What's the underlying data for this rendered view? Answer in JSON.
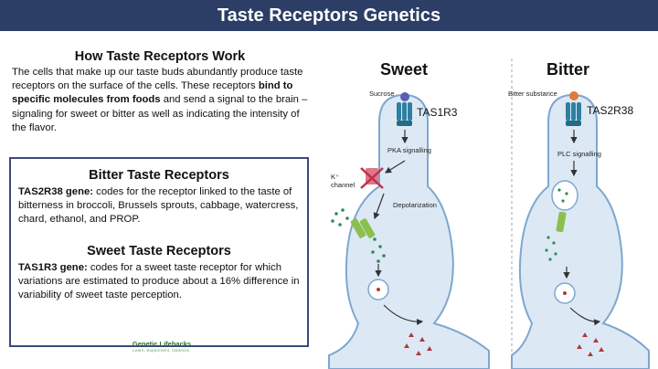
{
  "banner": {
    "title": "Taste Receptors Genetics"
  },
  "how": {
    "title": "How Taste Receptors Work",
    "body_part1": "The cells that make up our taste buds abundantly produce taste receptors on the surface of the cells. These receptors ",
    "body_bold": "bind to specific molecules from foods",
    "body_part2": " and send a signal to the brain – signaling for sweet or bitter as well as indicating the intensity of the flavor."
  },
  "bitter_box": {
    "title": "Bitter Taste Receptors",
    "gene": "TAS2R38 gene:",
    "text": " codes for the receptor linked to the taste of bitterness in broccoli, Brussels sprouts, cabbage, watercress, chard, ethanol, and PROP."
  },
  "sweet_box": {
    "title": "Sweet Taste Receptors",
    "gene": "TAS1R3 gene:",
    "text": " codes for a sweet taste receptor for which variations are estimated to produce about a 16% difference in variability of sweet taste perception."
  },
  "brand": {
    "name": "Genetic Lifehacks",
    "tagline": "Learn. Experiment. Optimize."
  },
  "sweet_diagram": {
    "label": "Sweet",
    "ligand": "Sucrose",
    "gene": "TAS1R3",
    "signal": "PKA signalling",
    "channel": "K⁺ channel",
    "step": "Depolarization"
  },
  "bitter_diagram": {
    "label": "Bitter",
    "ligand": "Bitter substance",
    "gene": "TAS2R38",
    "signal": "PLC signalling"
  },
  "colors": {
    "banner": "#2c3e66",
    "cell_fill": "#dce9f5",
    "cell_stroke": "#7fa6cf",
    "receptor": "#2f7fa0",
    "ligand_sweet": "#5b5fb0",
    "ligand_bitter": "#e07a3a",
    "channel_blocked": "#d9546a",
    "channel": "#8cbf4e",
    "vesicle_dots": "#2e8b57",
    "neurotransmitter": "#b03a3a"
  }
}
